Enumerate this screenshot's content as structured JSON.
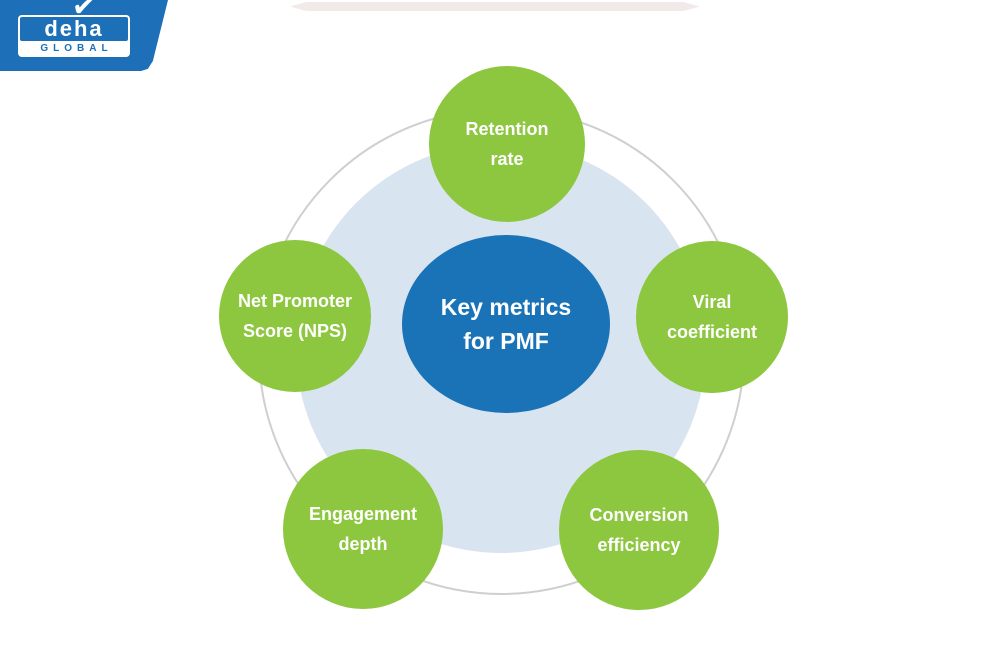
{
  "colors": {
    "logo_blue": "#1d70b7",
    "center_blue": "#1b73b7",
    "node_green": "#8dc63f",
    "disc_light_blue": "#d9e4f1",
    "ring_gray": "#cfcfcf",
    "accent_band": "#f2e9e9",
    "text_white": "#ffffff"
  },
  "logo": {
    "brand": "deha",
    "subtitle": "GLOBAL",
    "checkmark_glyph": "✔"
  },
  "diagram": {
    "center": {
      "line1": "Key metrics",
      "line2": "for PMF"
    },
    "nodes": [
      {
        "id": "retention-rate",
        "line1": "Retention",
        "line2": "rate"
      },
      {
        "id": "viral-coefficient",
        "line1": "Viral",
        "line2": "coefficient"
      },
      {
        "id": "conversion-efficiency",
        "line1": "Conversion",
        "line2": "efficiency"
      },
      {
        "id": "engagement-depth",
        "line1": "Engagement",
        "line2": "depth"
      },
      {
        "id": "net-promoter-score",
        "line1": "Net Promoter",
        "line2": "Score (NPS)"
      }
    ]
  }
}
